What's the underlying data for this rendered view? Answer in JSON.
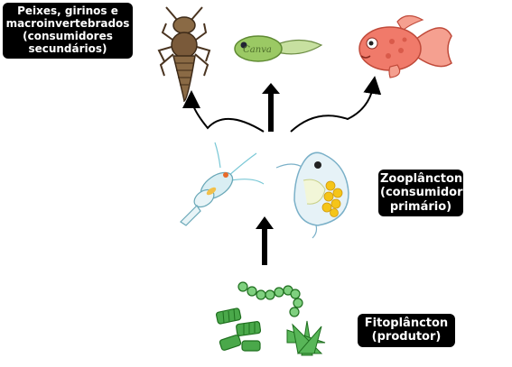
{
  "labels": {
    "secondary": "Peixes, girinos  e\nmacroinvertebrados\n(consumidores\nsecundários)",
    "primary": "Zooplâncton\n(consumidor\nprimário)",
    "producer": "Fitoplâncton\n(produtor)"
  },
  "tadpole_watermark": "Canva",
  "colors": {
    "label_bg": "#000000",
    "label_text": "#ffffff",
    "arrow": "#000000",
    "fish": "#f07a6a",
    "tadpole": "#9bc964",
    "larva": "#7a5a3a",
    "zooplankton_yellow": "#f5c518",
    "algae": "#2f8f2f"
  }
}
